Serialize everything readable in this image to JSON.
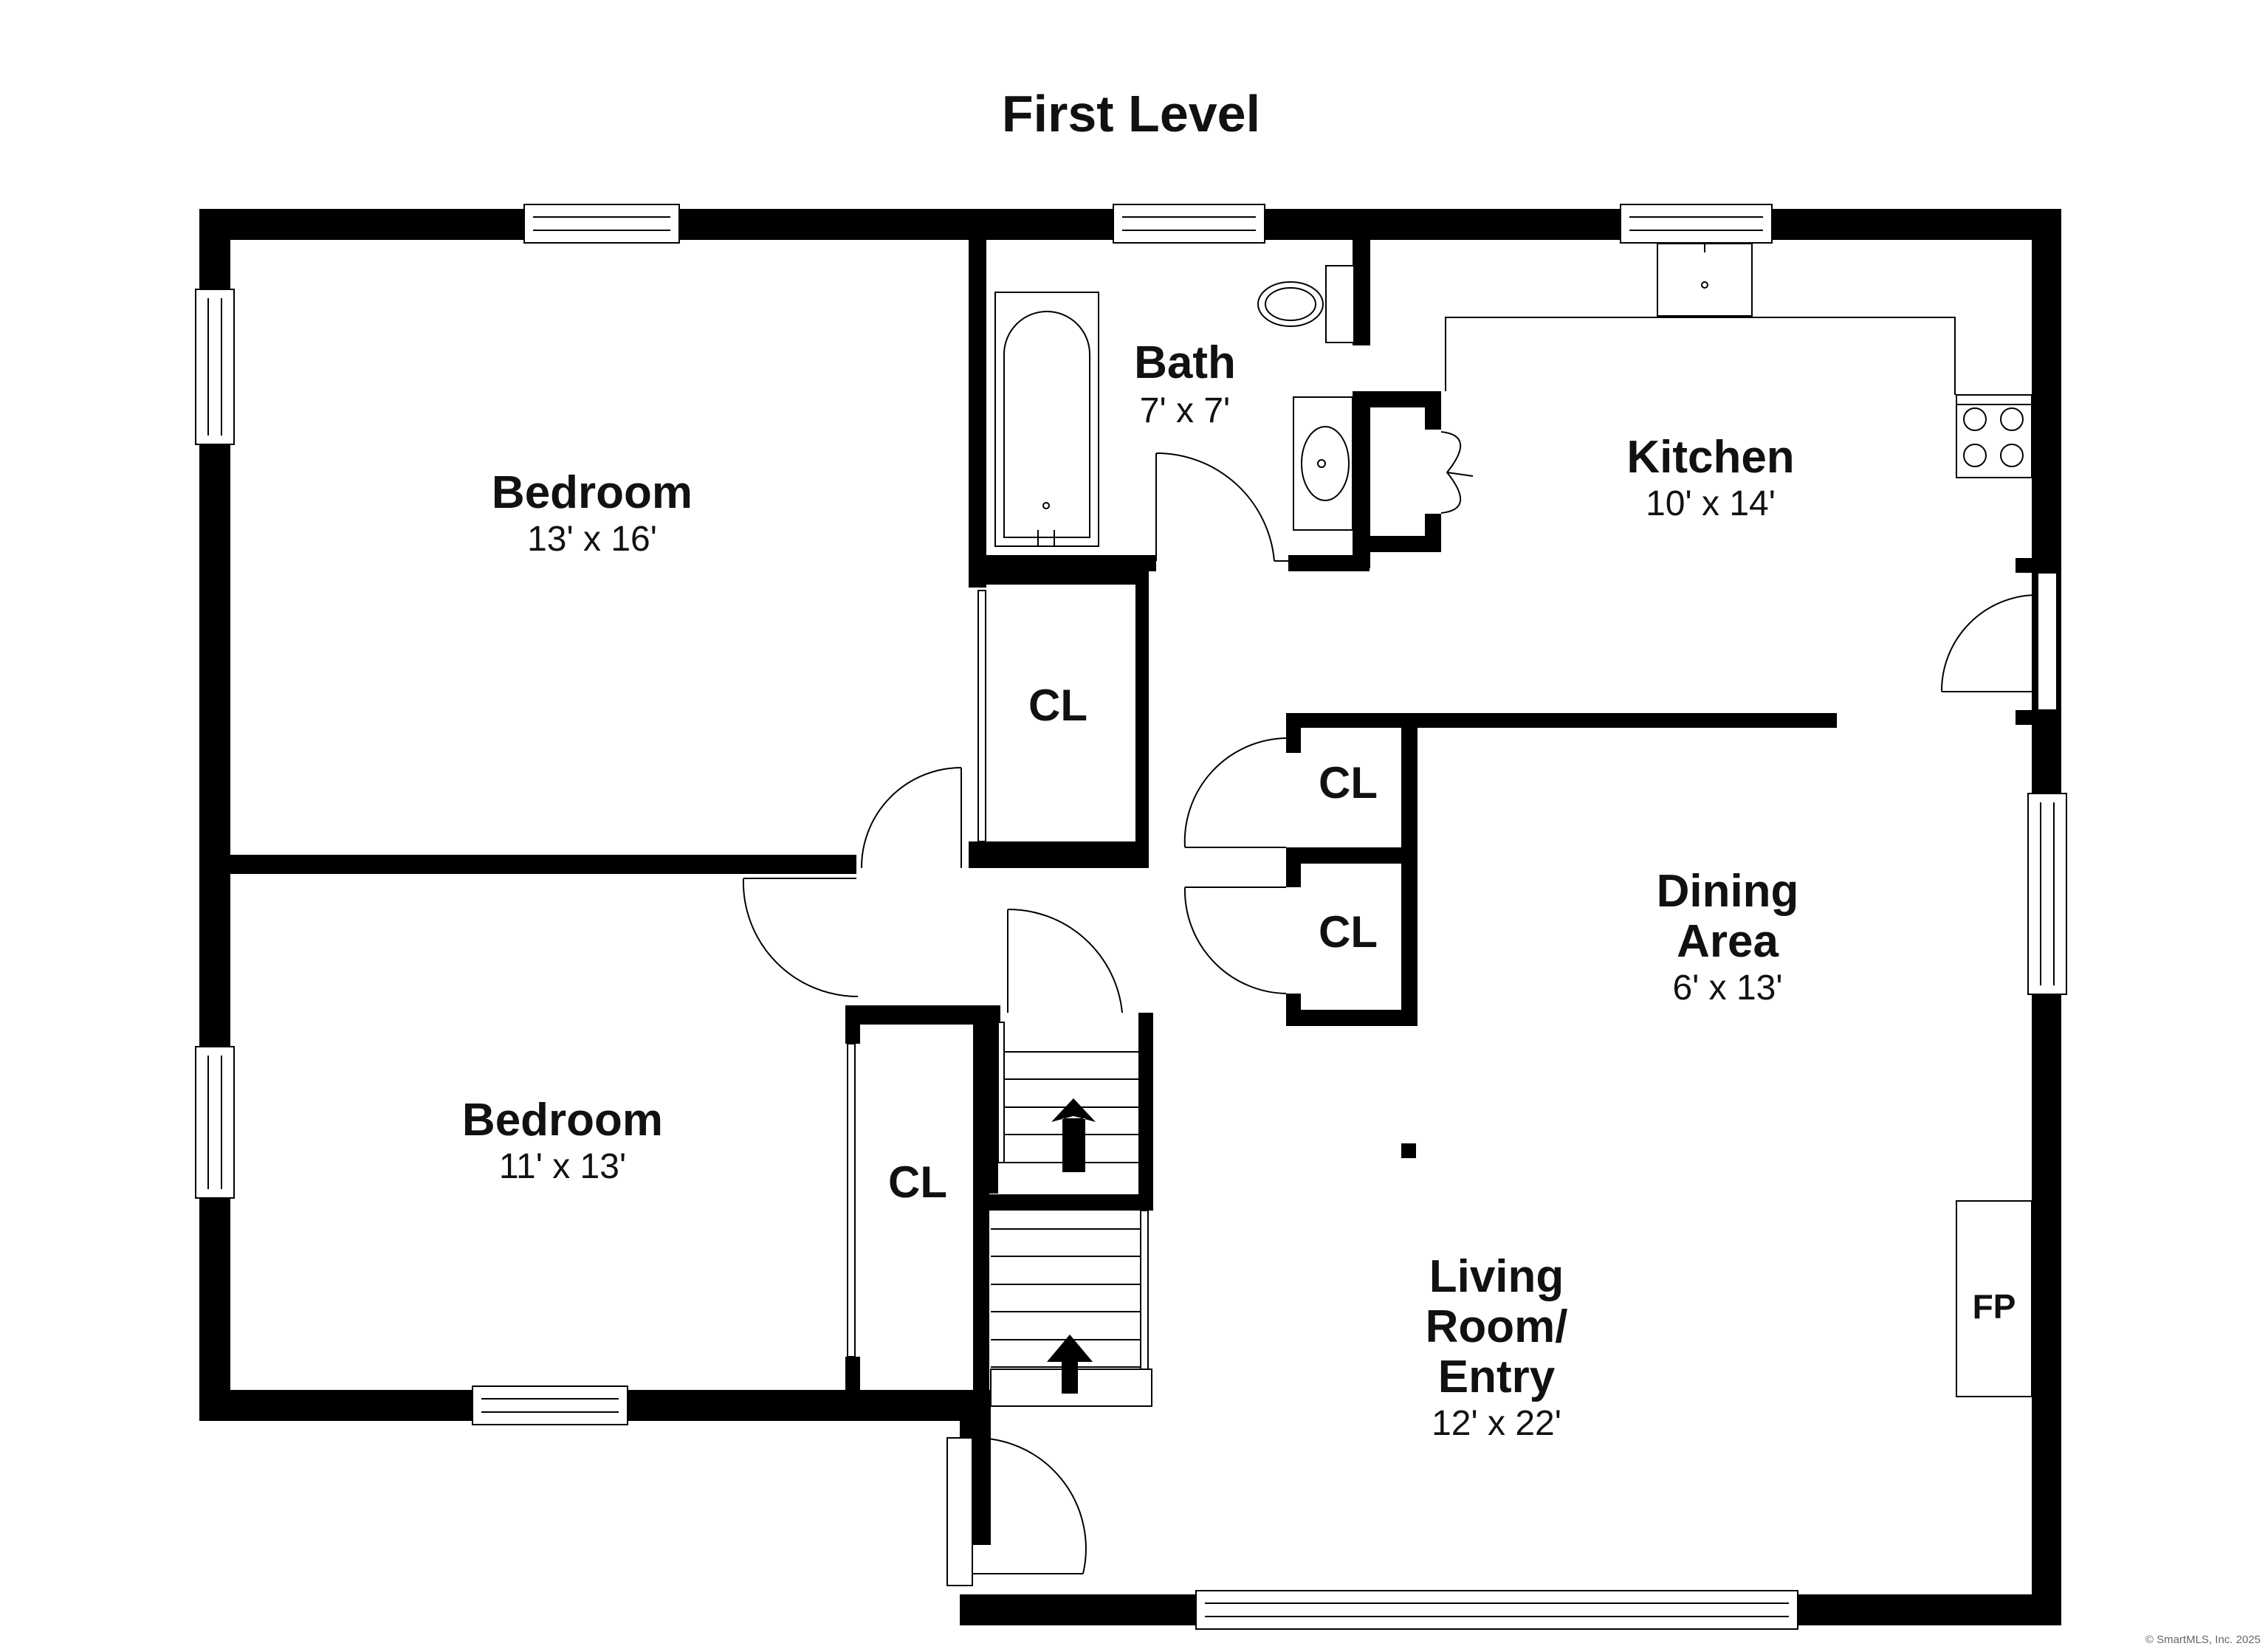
{
  "title": "First Level",
  "rooms": {
    "bedroom1": {
      "name": "Bedroom",
      "size": "13' x 16'"
    },
    "bedroom2": {
      "name": "Bedroom",
      "size": "11' x 13'"
    },
    "bath": {
      "name": "Bath",
      "size": "7' x 7'"
    },
    "kitchen": {
      "name": "Kitchen",
      "size": "10' x 14'"
    },
    "dining": {
      "name_line1": "Dining",
      "name_line2": "Area",
      "size": "6' x 13'"
    },
    "living": {
      "name_line1": "Living",
      "name_line2": "Room/",
      "name_line3": "Entry",
      "size": "12' x 22'"
    }
  },
  "closets": {
    "hall": "CL",
    "dining_upper": "CL",
    "dining_lower": "CL",
    "bedroom2": "CL"
  },
  "fireplace": "FP",
  "copyright": "© SmartMLS, Inc. 2025",
  "colors": {
    "wall": "#000000",
    "background": "#ffffff",
    "line": "#000000"
  }
}
